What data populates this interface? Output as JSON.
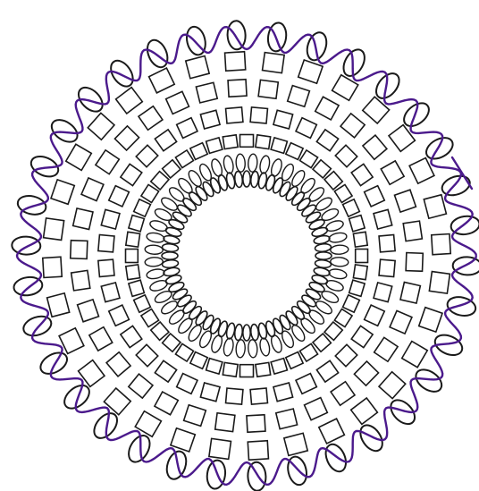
{
  "diagram": {
    "kind": "radial-loop-pattern",
    "colors": {
      "background": "#ffffff",
      "outline": "#1a1a1a",
      "accent_thread": "#4b1a8c"
    },
    "structure": {
      "inner_oval_ring_count": 60,
      "inner_oval_ring2_count": 48,
      "square_ring_counts": [
        44,
        36,
        34,
        32
      ],
      "outer_loop_count": 34
    }
  }
}
